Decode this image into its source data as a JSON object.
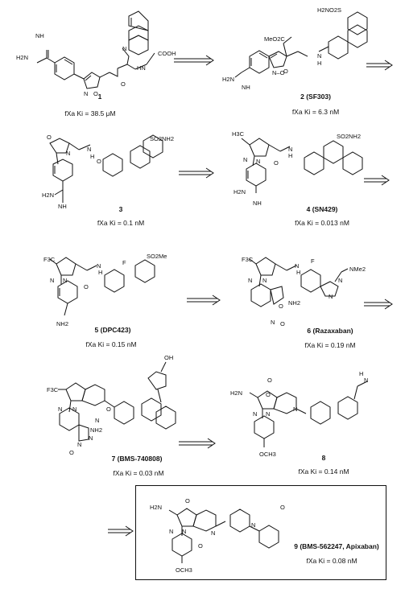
{
  "compounds": [
    {
      "id": "c1",
      "number": "1",
      "name": "",
      "ki": "fXa Ki = 38.5 μM",
      "groups": [
        "NH",
        "H2N",
        "COOH",
        "HN",
        "O",
        "N",
        "N",
        "O"
      ]
    },
    {
      "id": "c2",
      "number": "2",
      "name": "(SF303)",
      "ki": "fXa Ki = 6.3 nM",
      "groups": [
        "H2NO2S",
        "MeO2C",
        "O",
        "N",
        "H",
        "H2N",
        "NH",
        "N–O"
      ]
    },
    {
      "id": "c3",
      "number": "3",
      "name": "",
      "ki": "fXa Ki = 0.1 nM",
      "groups": [
        "O",
        "N",
        "N",
        "H",
        "SO2NH2",
        "O",
        "H2N",
        "NH"
      ]
    },
    {
      "id": "c4",
      "number": "4",
      "name": "(SN429)",
      "ki": "fXa Ki = 0.013 nM",
      "groups": [
        "H3C",
        "N",
        "N",
        "N",
        "H",
        "SO2NH2",
        "O",
        "H2N",
        "NH"
      ]
    },
    {
      "id": "c5",
      "number": "5",
      "name": "(DPC423)",
      "ki": "fXa Ki = 0.15 nM",
      "groups": [
        "F3C",
        "N",
        "N",
        "N",
        "H",
        "F",
        "SO2Me",
        "O",
        "NH2"
      ]
    },
    {
      "id": "c6",
      "number": "6",
      "name": "(Razaxaban)",
      "ki": "fXa Ki = 0.19 nM",
      "groups": [
        "F3C",
        "N",
        "N",
        "N",
        "H",
        "F",
        "NMe2",
        "N",
        "N",
        "O",
        "NH2",
        "N",
        "O"
      ]
    },
    {
      "id": "c7",
      "number": "7",
      "name": "(BMS-740808)",
      "ki": "fXa Ki = 0.03 nM",
      "groups": [
        "OH",
        "F3C",
        "N",
        "N",
        "N",
        "O",
        "N",
        "NH2",
        "N",
        "O"
      ]
    },
    {
      "id": "c8",
      "number": "8",
      "name": "",
      "ki": "fXa Ki = 0.14 nM",
      "groups": [
        "H",
        "N",
        "H2N",
        "O",
        "N",
        "N",
        "N",
        "O",
        "OCH3"
      ]
    },
    {
      "id": "c9",
      "number": "9",
      "name": "(BMS-562247, Apixaban)",
      "ki": "fXa Ki = 0.08 nM",
      "groups": [
        "O",
        "H2N",
        "O",
        "N",
        "N",
        "N",
        "O",
        "N",
        "OCH3"
      ]
    }
  ]
}
